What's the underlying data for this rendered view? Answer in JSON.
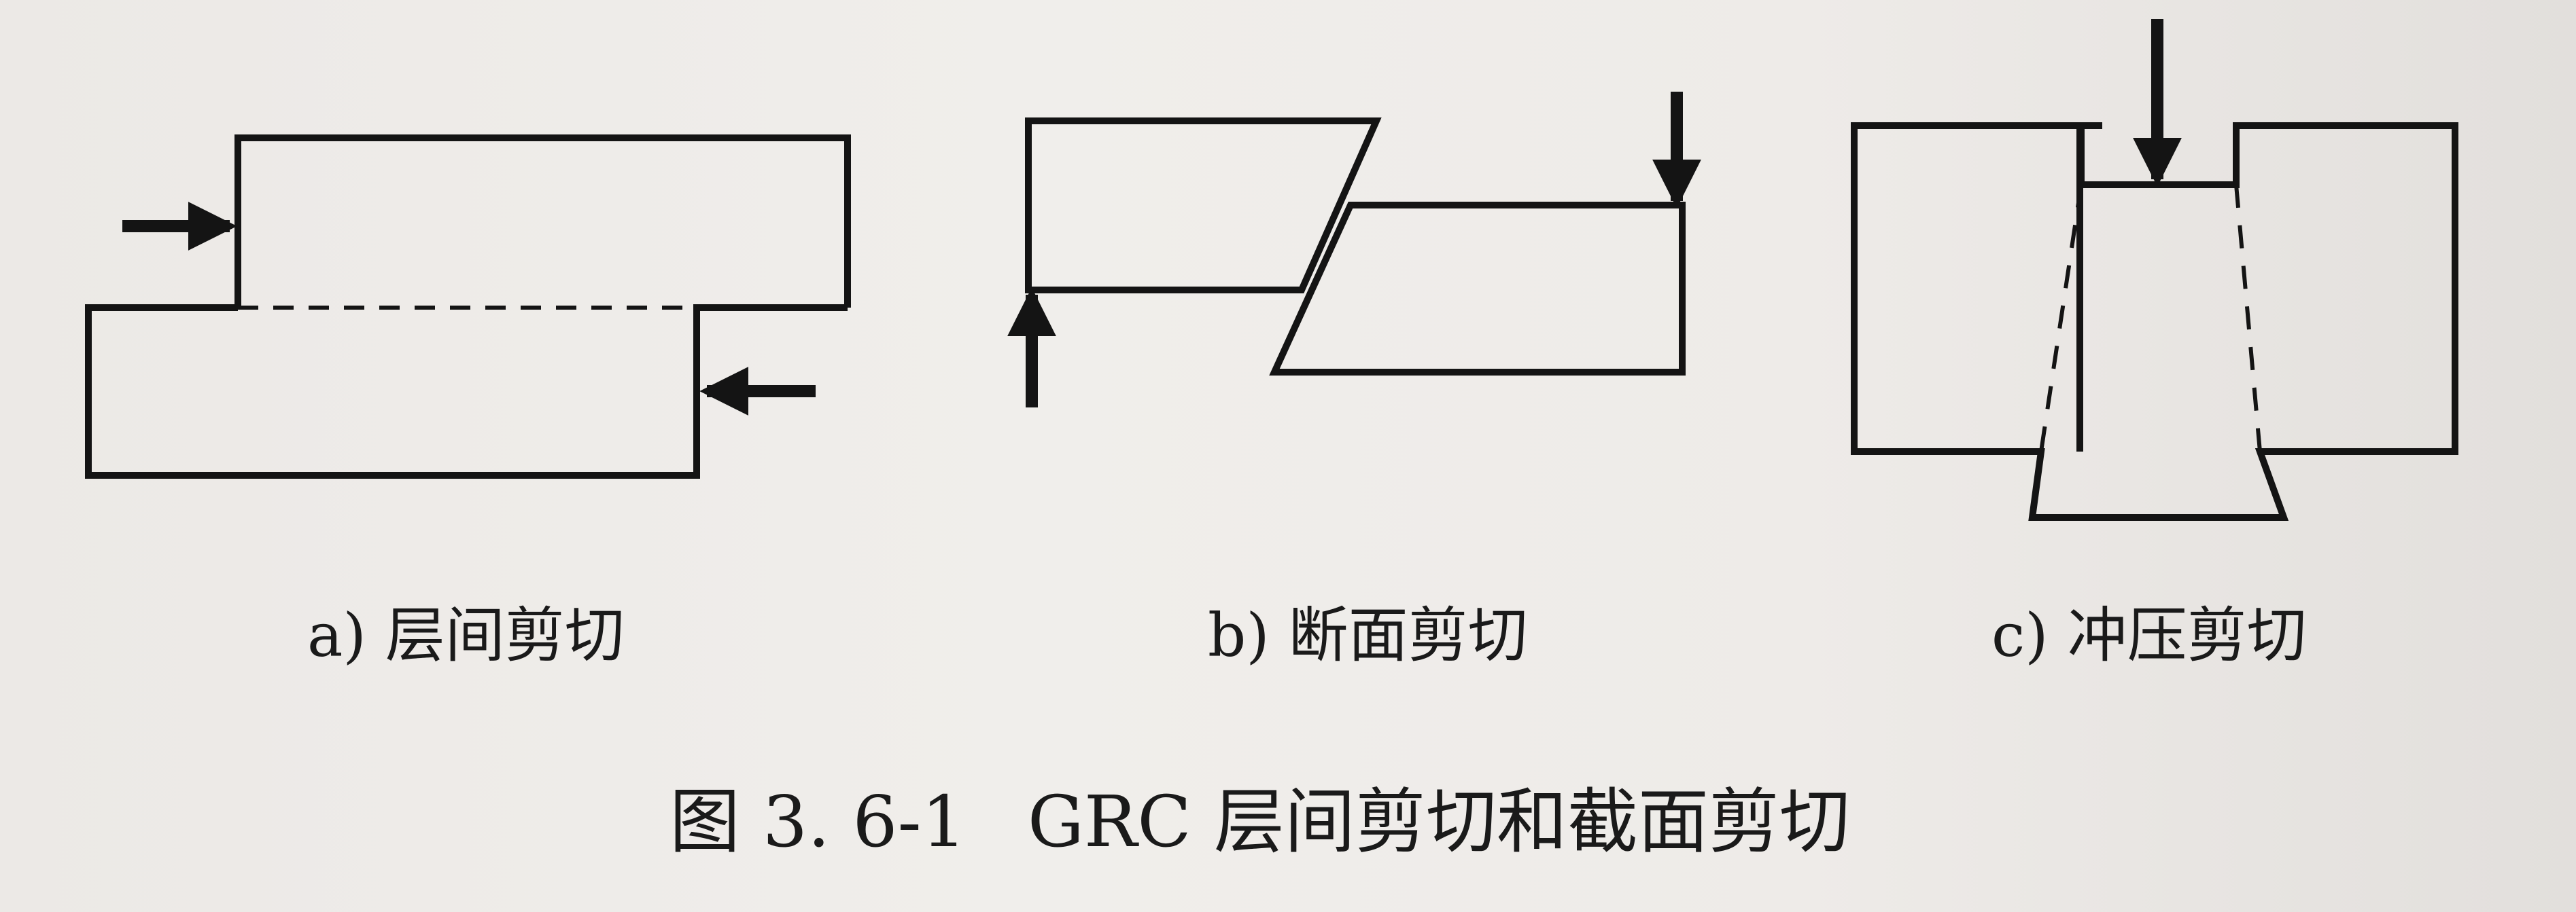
{
  "figure": {
    "caption_number": "图 3. 6-1",
    "caption_title": "GRC 层间剪切和截面剪切"
  },
  "panels": [
    {
      "id": "a",
      "label": "a) 层间剪切"
    },
    {
      "id": "b",
      "label": "b) 断面剪切"
    },
    {
      "id": "c",
      "label": "c) 冲压剪切"
    }
  ],
  "colors": {
    "ink": "#141414",
    "paper": "#eeebe8"
  }
}
